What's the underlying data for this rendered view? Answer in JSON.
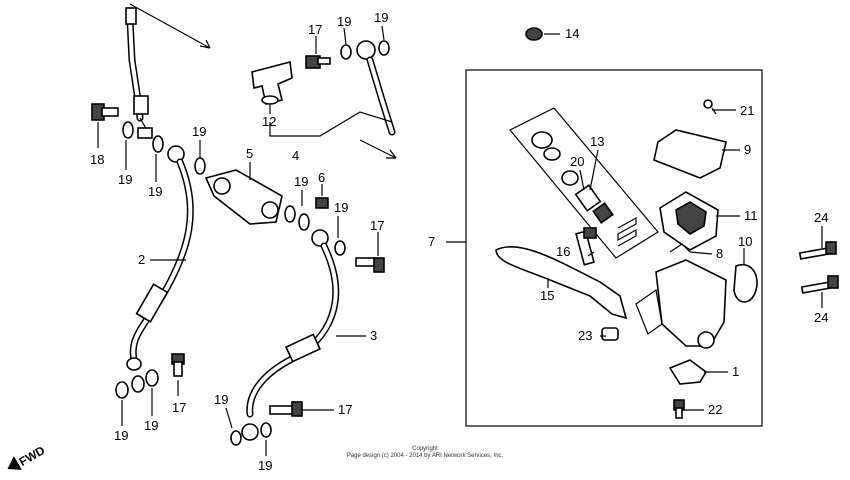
{
  "diagram": {
    "callouts": [
      {
        "id": "c14",
        "text": "14"
      },
      {
        "id": "c17a",
        "text": "17"
      },
      {
        "id": "c19a",
        "text": "19"
      },
      {
        "id": "c19b",
        "text": "19"
      },
      {
        "id": "c12",
        "text": "12"
      },
      {
        "id": "c4",
        "text": "4"
      },
      {
        "id": "c18",
        "text": "18"
      },
      {
        "id": "c19c",
        "text": "19"
      },
      {
        "id": "c19d",
        "text": "19"
      },
      {
        "id": "c19e",
        "text": "19"
      },
      {
        "id": "c5",
        "text": "5"
      },
      {
        "id": "c19f",
        "text": "19"
      },
      {
        "id": "c6",
        "text": "6"
      },
      {
        "id": "c19g",
        "text": "19"
      },
      {
        "id": "c17b",
        "text": "17"
      },
      {
        "id": "c2",
        "text": "2"
      },
      {
        "id": "c3",
        "text": "3"
      },
      {
        "id": "c17c",
        "text": "17"
      },
      {
        "id": "c19h",
        "text": "19"
      },
      {
        "id": "c19i",
        "text": "19"
      },
      {
        "id": "c19j",
        "text": "19"
      },
      {
        "id": "c17d",
        "text": "17"
      },
      {
        "id": "c19k",
        "text": "19"
      },
      {
        "id": "c7",
        "text": "7"
      },
      {
        "id": "c13",
        "text": "13"
      },
      {
        "id": "c20",
        "text": "20"
      },
      {
        "id": "c21",
        "text": "21"
      },
      {
        "id": "c9",
        "text": "9"
      },
      {
        "id": "c11",
        "text": "11"
      },
      {
        "id": "c16",
        "text": "16"
      },
      {
        "id": "c8",
        "text": "8"
      },
      {
        "id": "c10",
        "text": "10"
      },
      {
        "id": "c15",
        "text": "15"
      },
      {
        "id": "c23",
        "text": "23"
      },
      {
        "id": "c1",
        "text": "1"
      },
      {
        "id": "c22",
        "text": "22"
      },
      {
        "id": "c24a",
        "text": "24"
      },
      {
        "id": "c24b",
        "text": "24"
      }
    ],
    "fwd_label": "FWD",
    "copyright_line1": "Copyright",
    "copyright_line2": "Page design (c) 2004 - 2014 by ARI Network Services, Inc."
  }
}
